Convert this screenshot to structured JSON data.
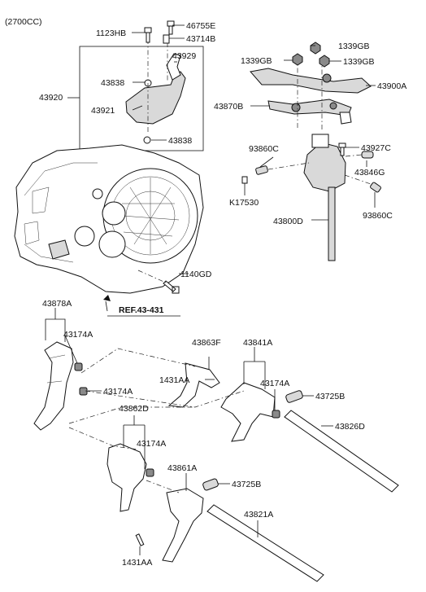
{
  "header": {
    "variant": "(2700CC)"
  },
  "labels": {
    "p1123HB": "1123HB",
    "p46755E": "46755E",
    "p43714B": "43714B",
    "p43929": "43929",
    "p43838a": "43838",
    "p43920": "43920",
    "p43921": "43921",
    "p43838b": "43838",
    "p1339GBa": "1339GB",
    "p1339GBb": "1339GB",
    "p1339GBc": "1339GB",
    "p43900A": "43900A",
    "p43870B": "43870B",
    "p93860Ca": "93860C",
    "p43927C": "43927C",
    "p43846G": "43846G",
    "pK17530": "K17530",
    "p93860Cb": "93860C",
    "p43800D": "43800D",
    "p1140GD": "1140GD",
    "ref": "REF.43-431",
    "p43878A": "43878A",
    "p43174Aa": "43174A",
    "p43174Ab": "43174A",
    "p43863F": "43863F",
    "p43841A": "43841A",
    "p1431AAa": "1431AA",
    "p43174Ac": "43174A",
    "p43725Ba": "43725B",
    "p43862D": "43862D",
    "p43174Ad": "43174A",
    "p43826D": "43826D",
    "p43861A": "43861A",
    "p43725Bb": "43725B",
    "p43821A": "43821A",
    "p1431AAb": "1431AA"
  }
}
